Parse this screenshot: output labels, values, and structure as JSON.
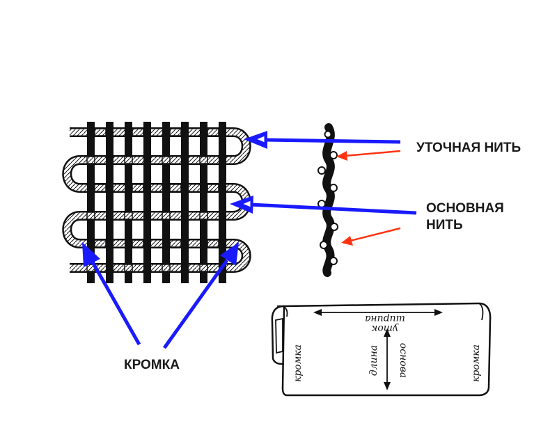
{
  "labels": {
    "weft_thread": "УТОЧНАЯ НИТЬ",
    "warp_thread_line1": "ОСНОВНАЯ",
    "warp_thread_line2": "НИТЬ",
    "selvage": "КРОМКА"
  },
  "fabric_sketch": {
    "width_label": "ширина",
    "weft_label": "уток",
    "length_label": "длина",
    "warp_label": "основа",
    "left_edge_label": "кромка",
    "right_edge_label": "кромка"
  },
  "colors": {
    "pointer_arrow": "#1a1aff",
    "detail_arrow": "#ff3311",
    "ink": "#111111"
  }
}
